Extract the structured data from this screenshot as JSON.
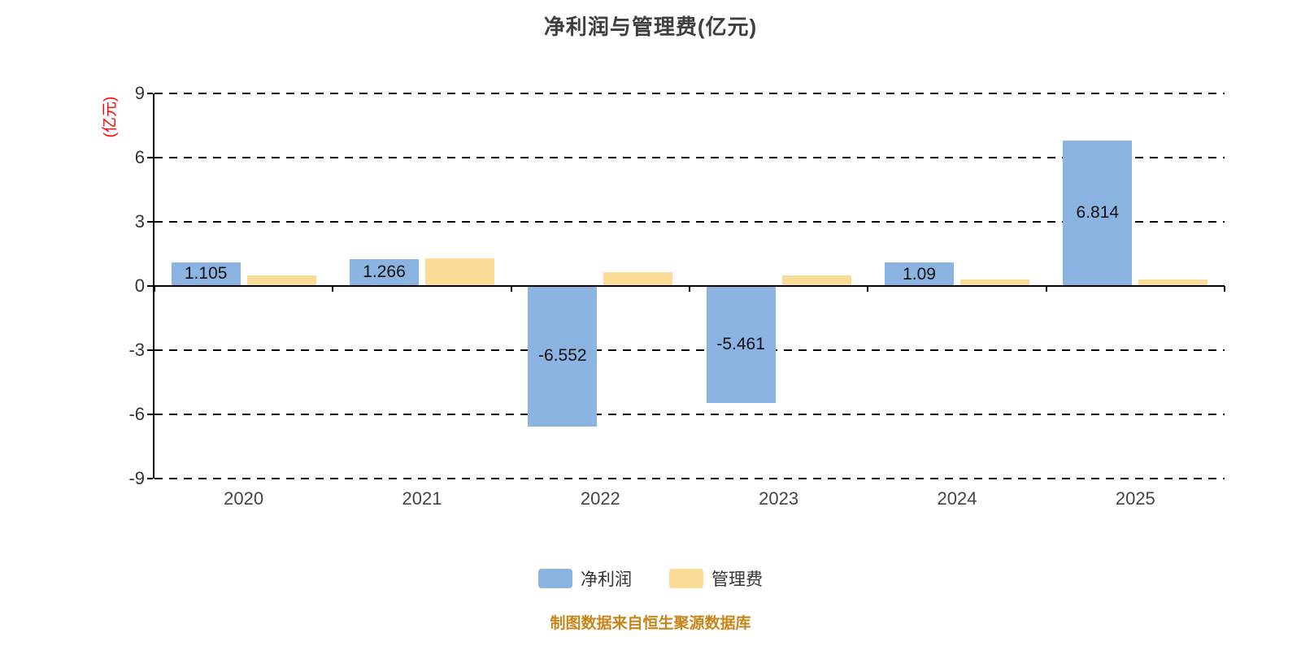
{
  "title": "净利润与管理费(亿元)",
  "y_axis_name": "(亿元)",
  "footer": "制图数据来自恒生聚源数据库",
  "legend": [
    {
      "label": "净利润",
      "color": "#8cb4e2"
    },
    {
      "label": "管理费",
      "color": "#fbdc96"
    }
  ],
  "chart_data": {
    "type": "bar",
    "categories": [
      "2020",
      "2021",
      "2022",
      "2023",
      "2024",
      "2025"
    ],
    "series": [
      {
        "name": "净利润",
        "color": "#8cb4e2",
        "values": [
          1.105,
          1.266,
          -6.552,
          -5.461,
          1.09,
          6.814
        ],
        "labels": [
          "1.105",
          "1.266",
          "-6.552",
          "-5.461",
          "1.09",
          "6.814"
        ],
        "show_labels": true
      },
      {
        "name": "管理费",
        "color": "#fbdc96",
        "values": [
          0.5,
          1.3,
          0.65,
          0.5,
          0.32,
          0.3
        ],
        "labels": [],
        "show_labels": false
      }
    ],
    "title": "净利润与管理费(亿元)",
    "xlabel": "",
    "ylabel": "(亿元)",
    "ylim": [
      -9,
      9
    ],
    "yticks": [
      9,
      6,
      3,
      0,
      -3,
      -6,
      -9
    ],
    "grid": "horizontal-dashed",
    "legend_position": "bottom"
  }
}
